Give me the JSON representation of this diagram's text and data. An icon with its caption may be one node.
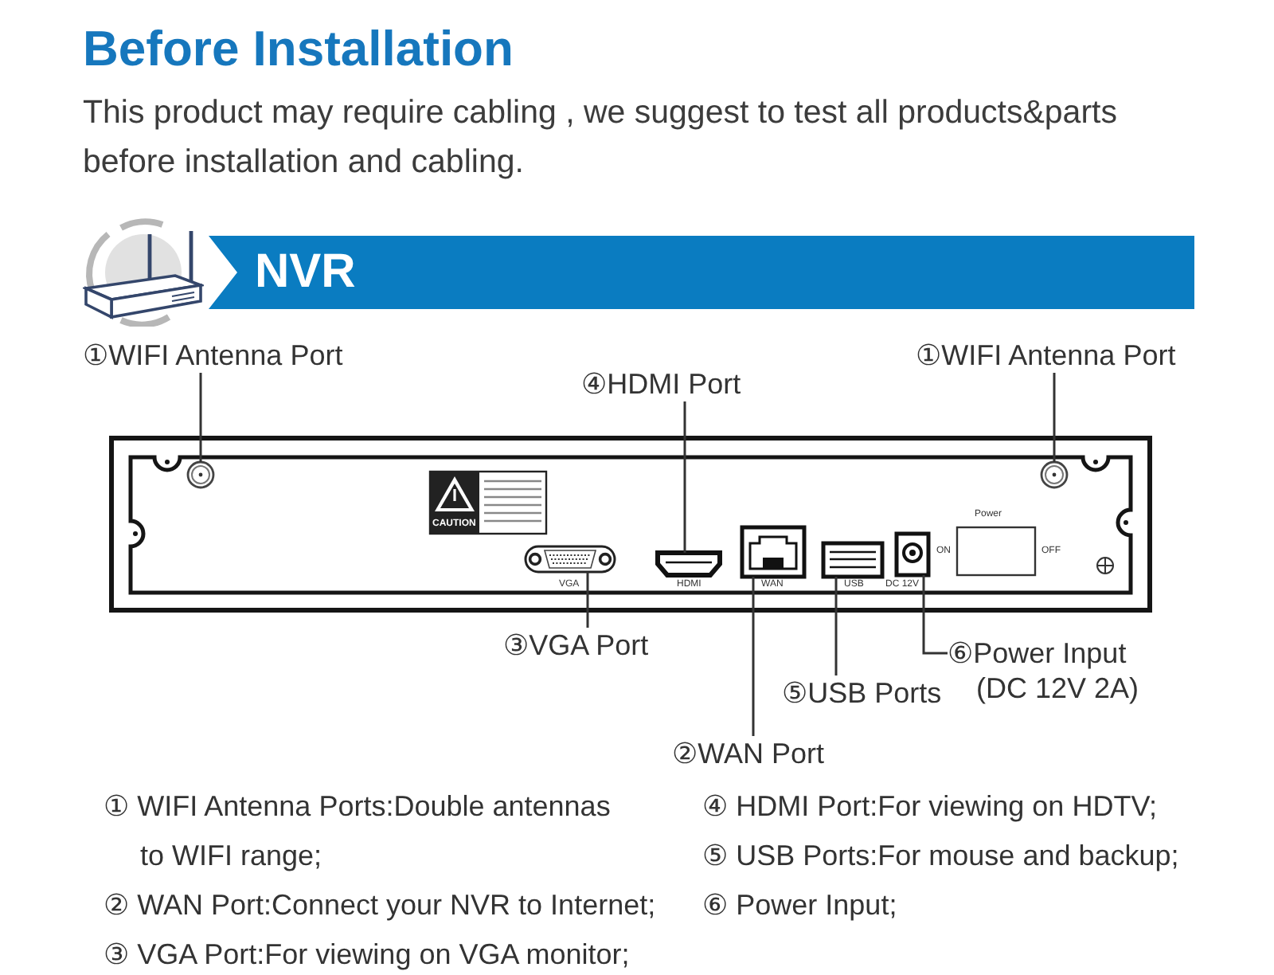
{
  "diagram": {
    "title": "Before Installation",
    "nodes": [
      {
        "text": [
          "NVR"
        ]
      },
      {
        "text": [
          "①WIFI Antenna Port"
        ]
      },
      {
        "text": [
          "①WIFI Antenna Port"
        ]
      },
      {
        "text": [
          "④HDMI Port"
        ]
      },
      {
        "text": [
          "③VGA Port"
        ]
      },
      {
        "text": [
          "⑥Power Input (DC 12V 2A)"
        ]
      },
      {
        "text": [
          "⑤USB Ports"
        ]
      },
      {
        "text": [
          "②WAN Port"
        ]
      },
      {
        "text": [],
        "shape": "circle"
      },
      {
        "text": [],
        "shape": "circle"
      },
      {
        "text": [],
        "shape": "picture",
        "beside": [
          "HDMI"
        ]
      },
      {
        "text": [],
        "shape": "picture",
        "beside": [
          "VGA"
        ]
      },
      {
        "text": [],
        "shape": "picture",
        "beside": [
          "WAN"
        ]
      },
      {
        "text": [],
        "shape": "picture",
        "beside": [
          "USB"
        ]
      },
      {
        "text": [],
        "shape": "picture",
        "beside": [
          "DC 12V"
        ]
      }
    ],
    "edges": [
      {
        "from": 1,
        "to": 8,
        "arrow": "none"
      },
      {
        "from": 2,
        "to": 9,
        "arrow": "none"
      },
      {
        "from": 3,
        "to": 10,
        "arrow": "none"
      },
      {
        "from": 4,
        "to": 11,
        "arrow": "none"
      },
      {
        "from": 5,
        "to": 14,
        "arrow": "none"
      },
      {
        "from": 6,
        "to": 13,
        "arrow": "none"
      },
      {
        "from": 7,
        "to": 12,
        "arrow": "none"
      }
    ],
    "labels": [
      "This product may require cabling , we suggest to test all products&parts before installation and cabling.",
      "CAUTION",
      "Power",
      "ON",
      "OFF",
      "① WIFI Antenna Ports:Double antennas to WIFI range;",
      "② WAN Port:Connect your NVR to Internet;",
      "③ VGA Port:For viewing on VGA monitor;",
      "④ HDMI Port:For viewing on HDTV;",
      "⑤ USB Ports:For mouse and backup;",
      "⑥ Power Input;"
    ]
  }
}
